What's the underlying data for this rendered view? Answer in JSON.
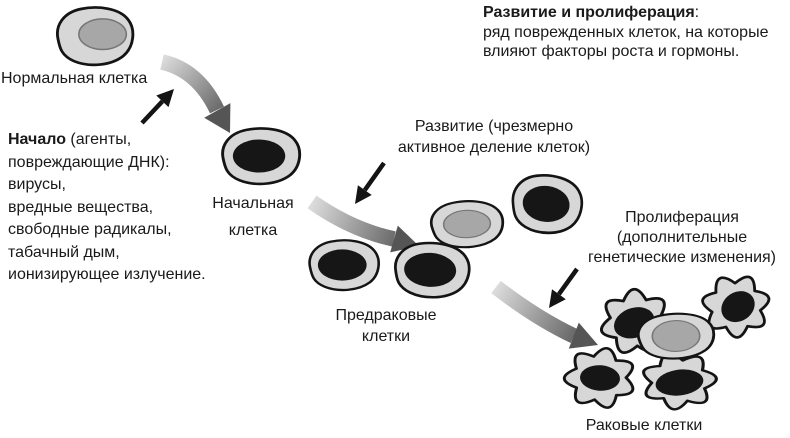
{
  "colors": {
    "background": "#ffffff",
    "text": "#1a1a1a",
    "outline": "#141414",
    "cell_cytoplasm": "#d7d7d7",
    "nucleus_gray": "#a7a7a7",
    "nucleus_dark": "#161616",
    "arrow_gradient_start": "#dcdcdc",
    "arrow_gradient_end": "#555555"
  },
  "labels": {
    "normal_cell": "Нормальная клетка",
    "initial_cell": "Начальная\nклетка",
    "precancer_cells": "Предраковые\nклетки",
    "cancer_cells": "Раковые клетки"
  },
  "notes": {
    "development_proliferation": {
      "title": "Развитие и пролиферация",
      "colon": ":",
      "body": "ряд поврежденных клеток, на которые\nвлияют факторы роста и гормоны."
    },
    "initiation": {
      "title": "Начало",
      "title_rest": " (агенты,",
      "body": "повреждающие ДНК):\nвирусы,\nвредные вещества,\nсвободные радикалы,\nтабачный дым,\nионизирующее излучение."
    },
    "development": "Развитие (чрезмерно\nактивное деление клеток)",
    "proliferation": "Пролиферация\n(дополнительные\nгенетические изменения)"
  }
}
